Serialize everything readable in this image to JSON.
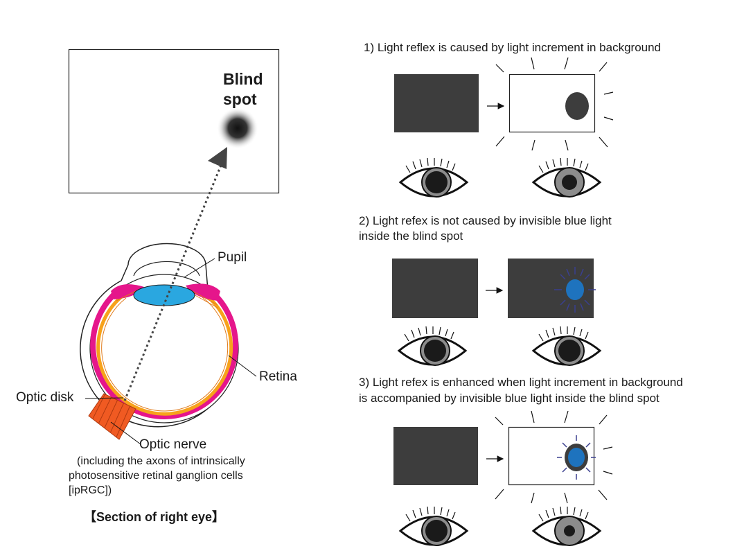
{
  "left_panel": {
    "blind_spot_line1": "Blind",
    "blind_spot_line2": "spot",
    "label_pupil": "Pupil",
    "label_retina": "Retina",
    "label_optic_disk": "Optic disk",
    "label_optic_nerve": "Optic nerve",
    "note_line1": "(including the axons of intrinsically",
    "note_line2": "photosensitive retinal ganglion cells",
    "note_line3": "[ipRGC])",
    "section_caption": "【Section of right eye】"
  },
  "panels": [
    {
      "caption_line1": "1)  Light reflex is caused by light increment in background",
      "caption_line2": ""
    },
    {
      "caption_line1": "2)  Light refex is not caused by invisible blue light",
      "caption_line2": "inside the blind spot"
    },
    {
      "caption_line1": "3)  Light refex is enhanced when light increment in background",
      "caption_line2": "is accompanied by invisible blue light inside the blind spot"
    }
  ],
  "colors": {
    "dark_screen": "#3d3d3d",
    "blue_spot": "#1e73be",
    "rays_blue": "#3a3f8f",
    "lens": "#2aa7e0",
    "iris_magenta": "#e5168b",
    "retina_orange": "#f7a21b",
    "optic_nerve": "#f05a22"
  }
}
